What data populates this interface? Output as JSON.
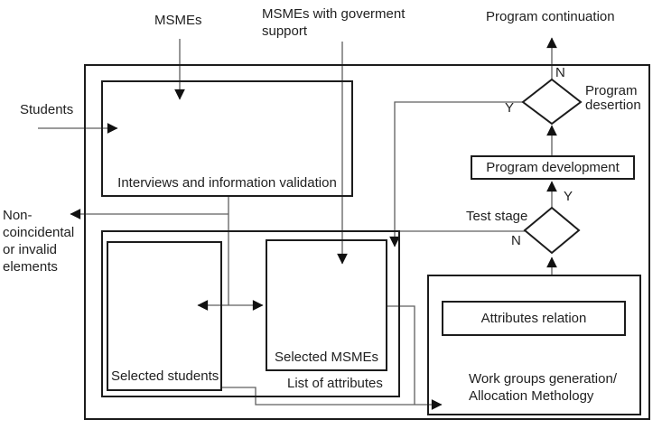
{
  "labels": {
    "msmes": "MSMEs",
    "msmes_gov": "MSMEs with goverment\nsupport",
    "program_continuation": "Program continuation",
    "students": "Students",
    "non_coincidental": "Non-\ncoincidental\nor invalid\nelements",
    "interviews": "Interviews and information validation",
    "selected_students": "Selected students",
    "selected_msmes": "Selected MSMEs",
    "list_of_attributes": "List of attributes",
    "test_stage": "Test stage",
    "program_desertion": "Program\ndesertion",
    "program_development": "Program development",
    "attributes_relation": "Attributes relation",
    "work_groups": "Work groups generation/\nAllocation Methology",
    "yes": "Y",
    "no": "N"
  },
  "colors": {
    "box_border": "#1c1c1c",
    "connector": "#5f5f5f",
    "arrowhead": "#111111",
    "text": "#212121",
    "background": "#ffffff"
  }
}
